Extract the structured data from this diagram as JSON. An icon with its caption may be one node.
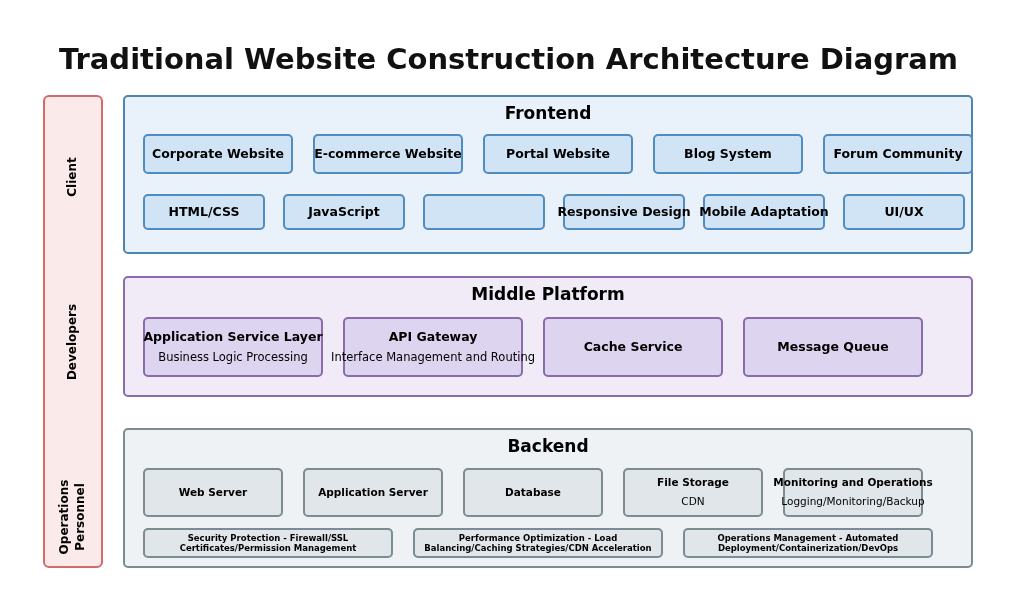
{
  "diagram": {
    "title": "Traditional Website Construction Architecture Diagram",
    "nodes": [
      {
        "text": [
          "Client",
          "Developers",
          "Operations Personnel"
        ]
      },
      {
        "text": [
          "Frontend"
        ]
      },
      {
        "text": [
          "Corporate Website"
        ],
        "in": 1
      },
      {
        "text": [
          "E-commerce Website"
        ],
        "in": 1
      },
      {
        "text": [
          "Portal Website"
        ],
        "in": 1
      },
      {
        "text": [
          "Blog System"
        ],
        "in": 1
      },
      {
        "text": [
          "Forum Community"
        ],
        "in": 1
      },
      {
        "text": [
          "HTML/CSS"
        ],
        "in": 1
      },
      {
        "text": [
          "JavaScript"
        ],
        "in": 1
      },
      {
        "text": [],
        "shape": "box",
        "in": 1
      },
      {
        "text": [
          "Responsive Design"
        ],
        "in": 1
      },
      {
        "text": [
          "Mobile Adaptation"
        ],
        "in": 1
      },
      {
        "text": [
          "UI/UX"
        ],
        "in": 1
      },
      {
        "text": [
          "Middle Platform"
        ]
      },
      {
        "text": [
          "Application Service Layer",
          "Business Logic Processing"
        ],
        "in": 13
      },
      {
        "text": [
          "API Gateway",
          "Interface Management and Routing"
        ],
        "in": 13
      },
      {
        "text": [
          "Cache Service"
        ],
        "in": 13
      },
      {
        "text": [
          "Message Queue"
        ],
        "in": 13
      },
      {
        "text": [
          "Backend"
        ]
      },
      {
        "text": [
          "Web Server"
        ],
        "in": 18
      },
      {
        "text": [
          "Application Server"
        ],
        "in": 18
      },
      {
        "text": [
          "Database"
        ],
        "in": 18
      },
      {
        "text": [
          "File Storage",
          "CDN"
        ],
        "in": 18
      },
      {
        "text": [
          "Monitoring and Operations",
          "Logging/Monitoring/Backup"
        ],
        "in": 18
      },
      {
        "text": [
          "Security Protection - Firewall/SSL Certificates/Permission Management"
        ],
        "in": 18
      },
      {
        "text": [
          "Performance Optimization - Load Balancing/Caching Strategies/CDN Acceleration"
        ],
        "in": 18
      },
      {
        "text": [
          "Operations Management - Automated Deployment/Containerization/DevOps"
        ],
        "in": 18
      }
    ]
  }
}
